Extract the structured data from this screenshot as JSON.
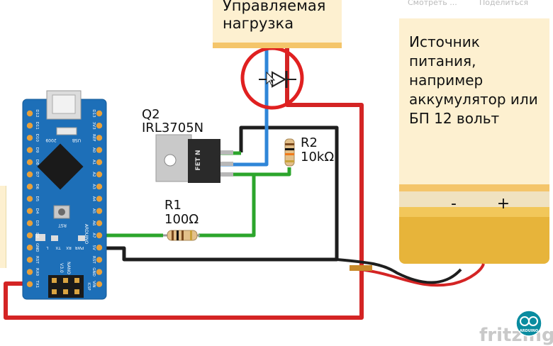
{
  "load_note": {
    "line1": "Управляемая",
    "line2": "нагрузка"
  },
  "power_note": {
    "line1": "Источник",
    "line2": "питания,",
    "line3": "например",
    "line4": "аккумулятор или",
    "line5": "БП 12 вольт"
  },
  "battery": {
    "minus": "-",
    "plus": "+"
  },
  "q2": {
    "ref": "Q2",
    "part": "IRL3705N",
    "die_text": "FET N"
  },
  "r1": {
    "ref": "R1",
    "value": "100Ω"
  },
  "r2": {
    "ref": "R2",
    "value": "10kΩ"
  },
  "arduino": {
    "name": "ARDUINO",
    "model": "NANO",
    "version": "V3.0",
    "year": "2009",
    "usb": "USB",
    "rst": "RST",
    "icsp": "ICSP",
    "left_pins": [
      "D12",
      "D11",
      "D10",
      "D9",
      "D8",
      "D7",
      "D6",
      "D5",
      "D4",
      "D3",
      "D2",
      "GND",
      "RST",
      "RX0",
      "TX1"
    ],
    "right_pins": [
      "D13",
      "3V3",
      "REF",
      "A0",
      "A1",
      "A2",
      "A3",
      "A4",
      "A5",
      "A6",
      "A7",
      "5V",
      "RST",
      "GND",
      "VIN"
    ],
    "led_labels": [
      "PWR",
      "RX",
      "TX",
      "L"
    ]
  },
  "youtube": {
    "watch_later": "Смотреть ...",
    "share": "Поделиться"
  },
  "watermark": "fritzing",
  "channel_logo_text": "ARDUINO",
  "colors": {
    "wire_red": "#d42424",
    "wire_black": "#1e1e1e",
    "wire_blue": "#2f86d8",
    "wire_green": "#2ca52c",
    "board": "#1d6fb8",
    "note": "#fdf0d0",
    "note_band": "#f4c56a",
    "highlight": "#e02020"
  }
}
